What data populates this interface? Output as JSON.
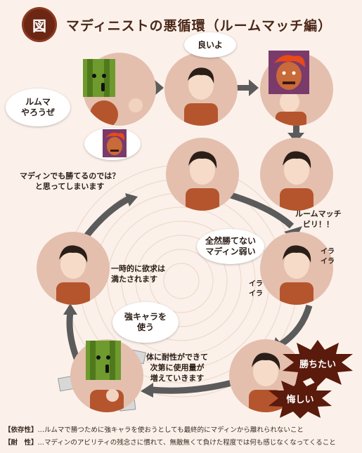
{
  "title": {
    "badge": "図",
    "text": "マディニストの悪循環（ルームマッチ編）"
  },
  "bubbles": {
    "rumuma": "ルムマ\nやろうぜ",
    "ii_yo": "良いよ",
    "zenzen": "全然勝てない\nマディン弱い",
    "tsuyo": "強キャラを\n使う"
  },
  "labels": {
    "madin_katerunode": "マディンでも勝てるのでは？\nと思ってしまいます",
    "room_biri": "ルームマッチ\nビリ！！",
    "ichijiteki": "一時的に欲求は\n満たされます",
    "taisei": "体に耐性ができて\n次第に使用量が\n増えていきます",
    "ira1": "イラ\nイラ",
    "ira2": "イラ\nイラ"
  },
  "bursts": {
    "kachitai": "勝ちたい",
    "kuyashii": "悔しい"
  },
  "footer": {
    "line1_label": "【依存性】",
    "line1_text": "…ルムマで勝つために強キャラを使おうとしても最終的にマディンから離れられないこと",
    "line2_label": "【耐　性】",
    "line2_text": "…マディンのアビリティの残念さに慣れて、無敵無くて負けた程度では何も感じなくなってくること"
  },
  "colors": {
    "accent": "#6b2714",
    "node": "#e4bfae",
    "arrow": "#555555",
    "burst": "#5a1a0c"
  }
}
